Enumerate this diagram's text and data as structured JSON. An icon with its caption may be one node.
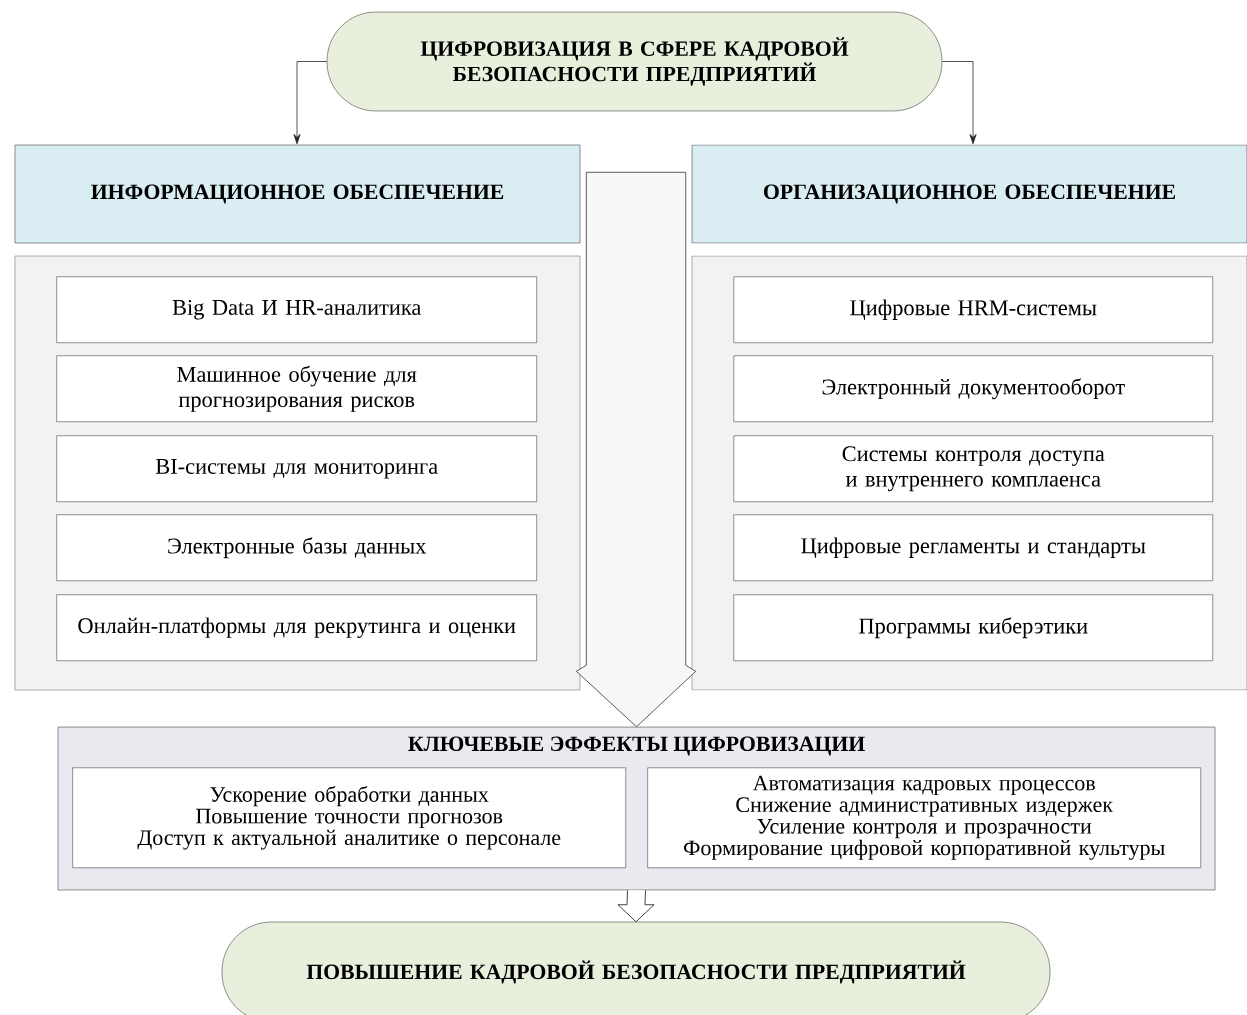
{
  "diagram": {
    "nodes": [
      {
        "text": [
          "ЦИФРОВИЗАЦИЯ В СФЕРЕ КАДРОВОЙ БЕЗОПАСНОСТИ ПРЕДПРИЯТИЙ"
        ]
      },
      {
        "text": [
          "ИНФОРМАЦИОННОЕ ОБЕСПЕЧЕНИЕ"
        ]
      },
      {
        "text": [
          "ОРГАНИЗАЦИОННОЕ ОБЕСПЕЧЕНИЕ"
        ]
      },
      {
        "text": [],
        "shape": "box"
      },
      {
        "text": [
          "Big Data И HR-аналитика"
        ],
        "in": 3
      },
      {
        "text": [
          "Машинное обучение для прогнозирования рисков"
        ],
        "in": 3
      },
      {
        "text": [
          "BI-системы для мониторинга"
        ],
        "in": 3
      },
      {
        "text": [
          "Электронные базы данных"
        ],
        "in": 3
      },
      {
        "text": [
          "Онлайн-платформы для рекрутинга и оценки"
        ],
        "in": 3
      },
      {
        "text": [],
        "shape": "box"
      },
      {
        "text": [
          "Цифровые HRM-системы"
        ],
        "in": 9
      },
      {
        "text": [
          "Электронный документооборот"
        ],
        "in": 9
      },
      {
        "text": [
          "Системы контроля доступа и внутреннего комплаенса"
        ],
        "in": 9
      },
      {
        "text": [
          "Цифровые регламенты и стандарты"
        ],
        "in": 9
      },
      {
        "text": [
          "Программы киберэтики"
        ],
        "in": 9
      },
      {
        "text": [
          "КЛЮЧЕВЫЕ ЭФФЕКТЫ ЦИФРОВИЗАЦИИ"
        ]
      },
      {
        "text": [
          "Ускорение обработки данных",
          "Повышение точности прогнозов",
          "Доступ к актуальной аналитике о персонале"
        ],
        "in": 15
      },
      {
        "text": [
          "Автоматизация кадровых процессов",
          "Снижение административных издержек",
          "Усиление контроля и прозрачности",
          "Формирование цифровой корпоративной культуры"
        ],
        "in": 15
      },
      {
        "text": [
          "ПОВЫШЕНИЕ КАДРОВОЙ БЕЗОПАСНОСТИ ПРЕДПРИЯТИЙ"
        ]
      }
    ],
    "edges": [
      {
        "from": 0,
        "to": 1,
        "arrow": "to"
      },
      {
        "from": 0,
        "to": 2,
        "arrow": "to"
      },
      {
        "from": 15,
        "to": 18,
        "arrow": "to",
        "style": "thick"
      },
      {
        "from": 1,
        "to": 15,
        "arrow": "to",
        "style": "thick"
      },
      {
        "from": 2,
        "to": 15,
        "arrow": "to",
        "style": "thick"
      }
    ]
  }
}
